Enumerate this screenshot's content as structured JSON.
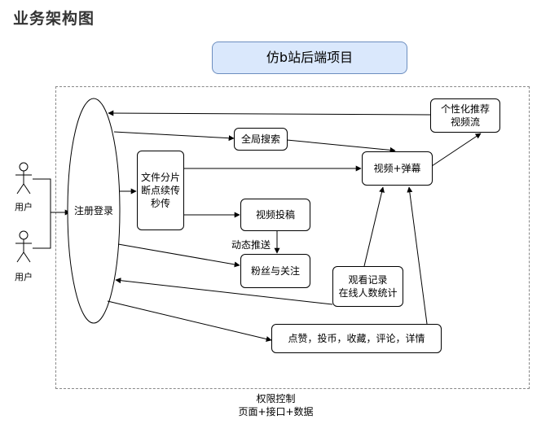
{
  "page_title": "业务架构图",
  "project": "仿b站后端项目",
  "actors": [
    "用户",
    "用户"
  ],
  "nodes": {
    "register": "注册登录",
    "file_upload": [
      "文件分片",
      "断点续传",
      "秒传"
    ],
    "global_search": "全局搜索",
    "video_danmaku": "视频+弹幕",
    "recommend": [
      "个性化推荐",
      "视频流"
    ],
    "video_submit": "视频投稿",
    "fans_follow": "粉丝与关注",
    "watch_record": [
      "观看记录",
      "在线人数统计"
    ],
    "interactions": "点赞，投币，收藏，评论，详情"
  },
  "edge_labels": {
    "dynamic_push": "动态推送"
  },
  "footer": [
    "权限控制",
    "页面+接口+数据"
  ]
}
